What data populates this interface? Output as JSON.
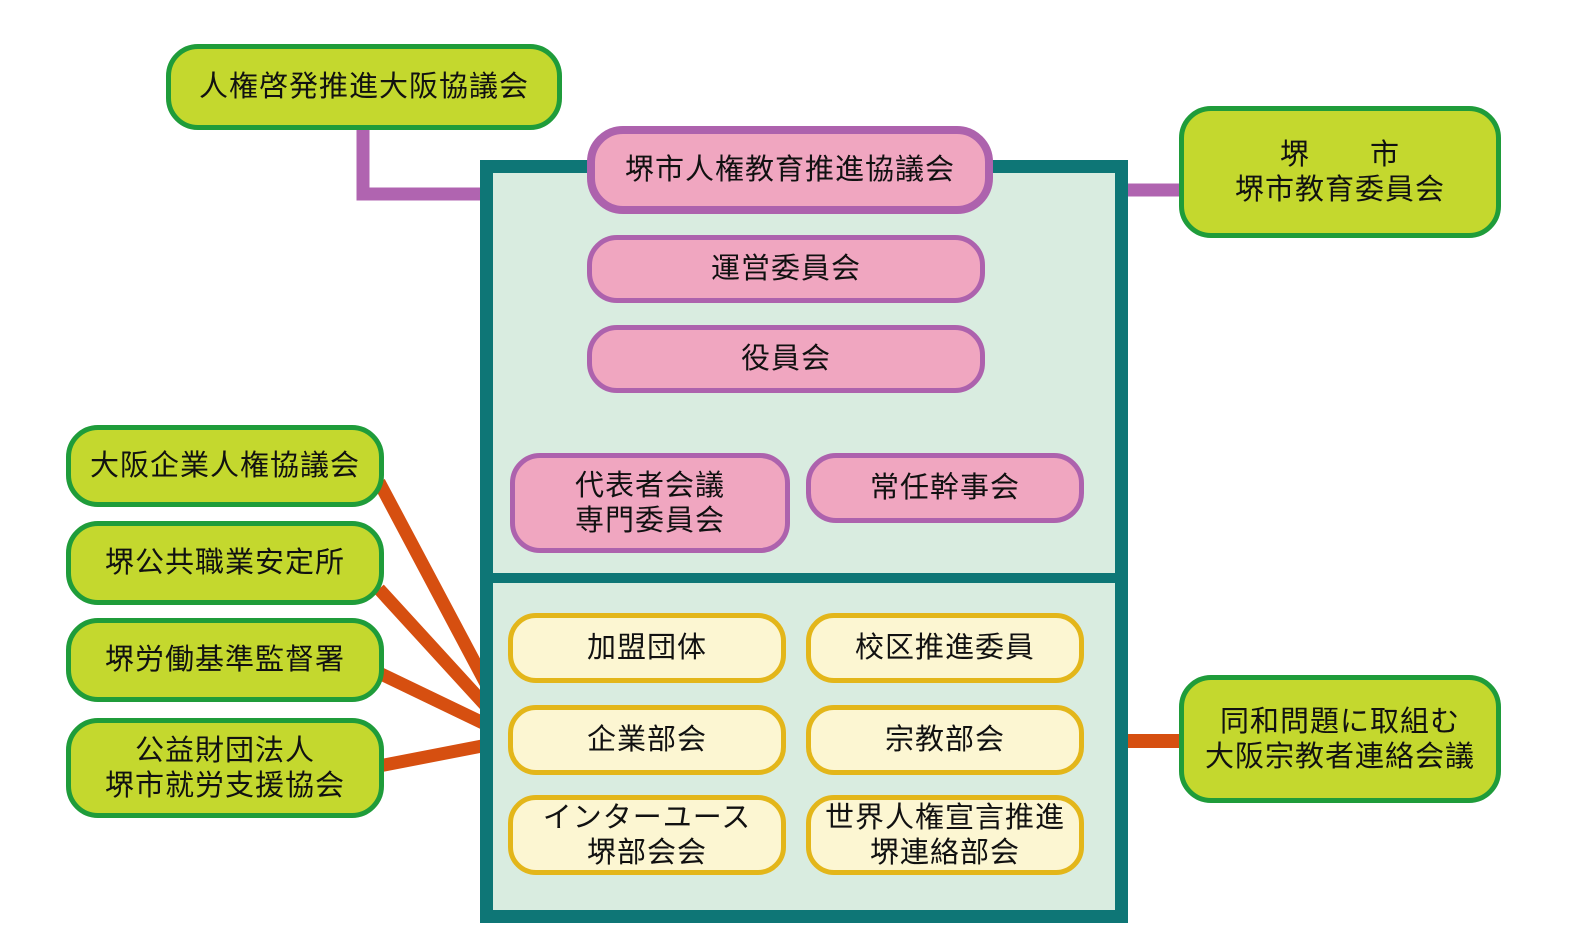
{
  "colors": {
    "frame": "#0e7676",
    "frame_fill": "#d9ece0",
    "external_fill": "#c4d82e",
    "external_border": "#1f9c3a",
    "core_fill": "#f0a6c0",
    "core_border": "#ad62ad",
    "core_link": "#8a0a7a",
    "member_fill": "#fcf6d2",
    "member_border": "#e3b61a",
    "orange_link": "#d64f10"
  },
  "core": {
    "council": "堺市人権教育推進協議会",
    "steering": "運営委員会",
    "officers": "役員会",
    "reps_line1": "代表者会議",
    "reps_line2": "専門委員会",
    "standing": "常任幹事会"
  },
  "members": {
    "affiliated": "加盟団体",
    "school_district": "校区推進委員",
    "business": "企業部会",
    "religion": "宗教部会",
    "interyouth_line1": "インターユース",
    "interyouth_line2": "堺部会会",
    "udhr_line1": "世界人権宣言推進",
    "udhr_line2": "堺連絡部会"
  },
  "external": {
    "osaka_council": "人権啓発推進大阪協議会",
    "city_line1": "堺　　市",
    "city_line2": "堺市教育委員会",
    "osaka_business": "大阪企業人権協議会",
    "hello_work": "堺公共職業安定所",
    "labor_office": "堺労働基準監督署",
    "foundation_line1": "公益財団法人",
    "foundation_line2": "堺市就労支援協会",
    "dowa_line1": "同和問題に取組む",
    "dowa_line2": "大阪宗教者連絡会議"
  }
}
